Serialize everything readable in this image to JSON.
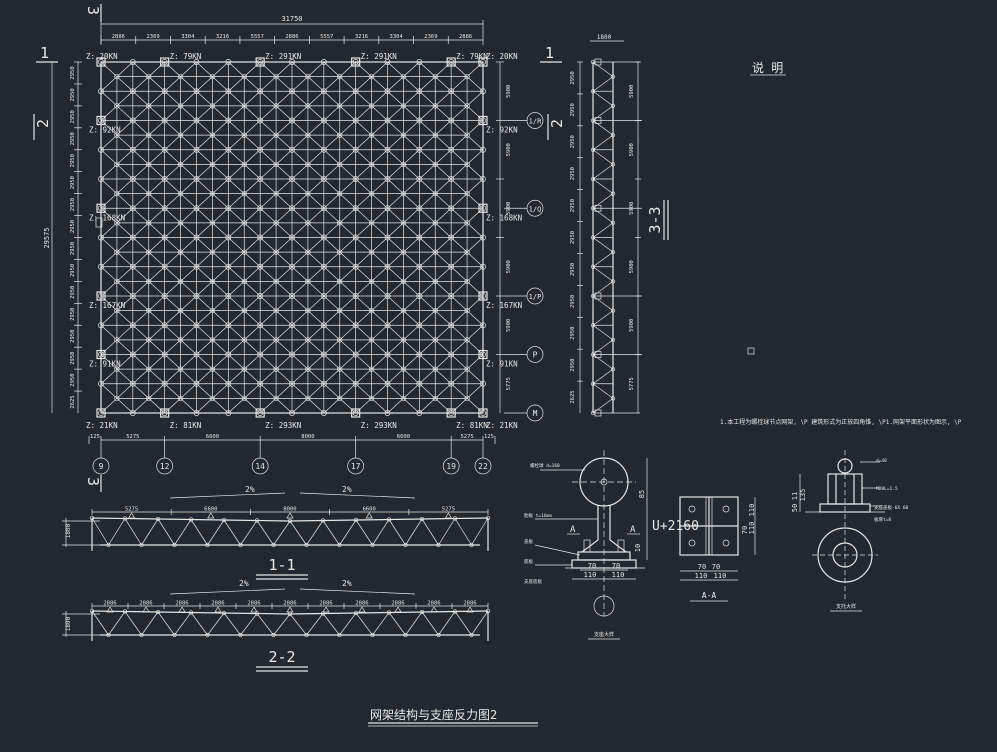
{
  "plan": {
    "overall_width": "31750",
    "overall_height": "29575",
    "top_dims": [
      "2886",
      "2369",
      "3304",
      "3216",
      "5557",
      "2886",
      "5557",
      "3216",
      "3304",
      "2369",
      "2886"
    ],
    "bottom_dims": [
      "125",
      "5275",
      "6600",
      "8000",
      "6600",
      "5275",
      "125"
    ],
    "left_dims": [
      "2950",
      "2950",
      "2950",
      "2950",
      "2950",
      "2950",
      "2950",
      "2950",
      "2950",
      "2950",
      "2950",
      "2950",
      "2950",
      "2950",
      "2950",
      "2625"
    ],
    "right_dims": [
      "5900",
      "5900",
      "5900",
      "5900",
      "5900",
      "5775"
    ],
    "column_axes": [
      "9",
      "12",
      "14",
      "17",
      "19",
      "22"
    ],
    "row_axes": [
      "1/R",
      "1/Q",
      "1/P",
      "P",
      "M"
    ],
    "top_reactions": [
      "Z: 20KN",
      "Z: 79KN",
      "Z: 291KN",
      "Z: 291KN",
      "Z: 79KN",
      "Z: 20KN"
    ],
    "bottom_reactions": [
      "Z: 21KN",
      "Z: 81KN",
      "Z: 293KN",
      "Z: 293KN",
      "Z: 81KN",
      "Z: 21KN"
    ],
    "left_reactions": [
      "Z: 92KN",
      "Z: 168KN",
      "Z: 167KN",
      "Z: 91KN"
    ],
    "right_reactions": [
      "Z: 92KN",
      "Z: 168KN",
      "Z: 167KN",
      "Z: 91KN"
    ],
    "section_marks": {
      "s1": "1",
      "s2": "2",
      "s3": "3"
    }
  },
  "right_elevation": {
    "top_dim": "1800",
    "left_dims": [
      "2950",
      "2950",
      "2950",
      "2950",
      "2950",
      "2950",
      "2950",
      "2950",
      "2950",
      "2950",
      "2625"
    ],
    "right_dims": [
      "5900",
      "5900",
      "5900",
      "5900",
      "5900",
      "5775"
    ],
    "title": "3-3"
  },
  "section_1_1": {
    "title": "1-1",
    "slope_left": "2%",
    "slope_right": "2%",
    "dims": [
      "5275",
      "6600",
      "8000",
      "6600",
      "5275"
    ],
    "height": "1800"
  },
  "section_2_2": {
    "title": "2-2",
    "slope_left": "2%",
    "slope_right": "2%",
    "dims": [
      "2886",
      "2886",
      "2886",
      "2886",
      "2886",
      "2886",
      "2886",
      "2886",
      "2886",
      "2886",
      "2886"
    ],
    "height": "1800"
  },
  "notes": {
    "title": "说 明",
    "line1": "1.本工程为螺栓球节点网架, \\P 建筑形式为正放四角锥, \\P1.网架平面形状为图示, \\P"
  },
  "detail_a": {
    "mark_a1": "A",
    "mark_a2": "A",
    "callout_1": "螺栓球 d=160",
    "callout_2": "肋板 t=16mm",
    "callout_3": "盖板",
    "callout_4": "底板",
    "callout_5": "支座底板",
    "dim_height": "85",
    "dim_side": "10",
    "dims_bottom": [
      "70",
      "70"
    ],
    "dims_bottom2": [
      "110",
      "110"
    ],
    "caption": "支座大样",
    "u_label": "U+2160"
  },
  "detail_aa": {
    "title": "A-A",
    "dims_bottom": [
      "70",
      "70"
    ],
    "dims_bottom2": [
      "110",
      "110"
    ],
    "dims_right": [
      "70",
      "110",
      "110"
    ]
  },
  "detail_b": {
    "callout_1": "d=40",
    "callout_2": "M20L=1.5",
    "callout_3": "支座盖板-6X 60",
    "callout_4": "板厚t=8",
    "dims": [
      "135",
      "11",
      "50"
    ],
    "caption": "支托大样"
  },
  "sheet": {
    "title": "网架结构与支座反力图2"
  }
}
